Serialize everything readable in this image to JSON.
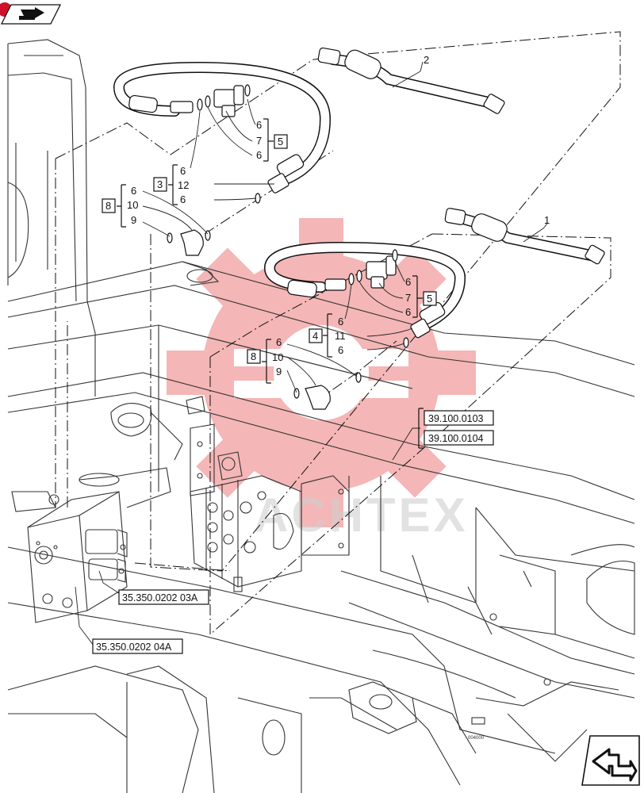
{
  "callouts": {
    "hose_2": "2",
    "hose_1": "1",
    "upper_item_6a": "6",
    "upper_item_7": "7",
    "upper_item_6b": "6",
    "upper_group_5": "5",
    "upper_left_6": "6",
    "upper_left_12": "12",
    "upper_left_6b": "6",
    "upper_group_3": "3",
    "upper_elbow_6": "6",
    "upper_elbow_10": "10",
    "upper_elbow_9": "9",
    "upper_group_8": "8",
    "lower_item_6a": "6",
    "lower_item_7": "7",
    "lower_item_6b": "6",
    "lower_group_5": "5",
    "lower_left_6": "6",
    "lower_left_11": "11",
    "lower_left_6b": "6",
    "lower_group_4": "4",
    "lower_elbow_6": "6",
    "lower_elbow_10": "10",
    "lower_elbow_9": "9",
    "lower_group_8": "8"
  },
  "references": {
    "ref_a": "39.100.0103",
    "ref_b": "39.100.0104",
    "ref_c": "35.350.0202 03A",
    "ref_d": "35.350.0202 04A"
  },
  "watermark": "ACHTEX",
  "small_code": "004000",
  "icons": {
    "top_nav": "back-arrow-icon",
    "bottom_nav": "forward-arrow-icon"
  },
  "colors": {
    "ink": "#111111",
    "watermark": "#e23030",
    "corner_badge": "#d0102a"
  }
}
